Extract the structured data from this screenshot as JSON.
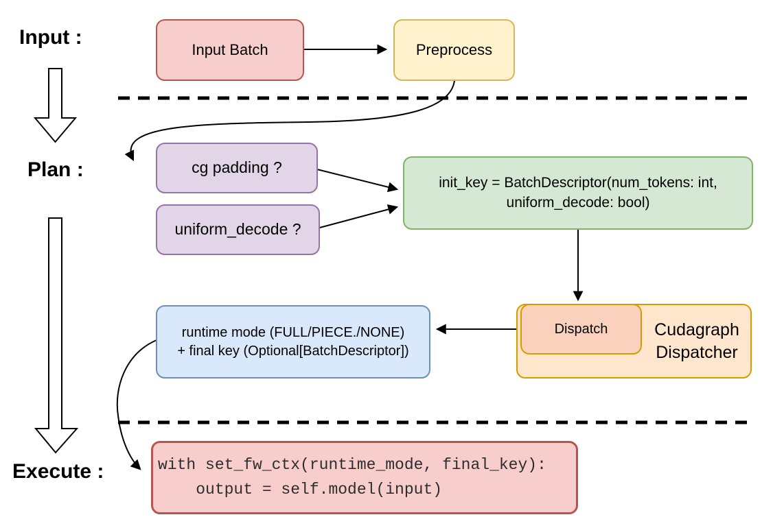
{
  "phase_labels": {
    "input": "Input :",
    "plan": "Plan :",
    "execute": "Execute :"
  },
  "nodes": {
    "input_batch": {
      "label": "Input Batch"
    },
    "preprocess": {
      "label": "Preprocess"
    },
    "cg_padding": {
      "label": "cg padding ?"
    },
    "uniform_decode": {
      "label": "uniform_decode ?"
    },
    "init_key": {
      "line1": "init_key = BatchDescriptor(num_tokens: int,",
      "line2": "uniform_decode: bool)"
    },
    "dispatch": {
      "label": "Dispatch"
    },
    "dispatcher": {
      "line1": "Cudagraph",
      "line2": "Dispatcher"
    },
    "runtime_key": {
      "line1": "runtime mode (FULL/PIECE./NONE)",
      "line2": "+ final key (Optional[BatchDescriptor])"
    },
    "exec_code": {
      "line1": "with set_fw_ctx(runtime_mode, final_key):",
      "line2": "    output = self.model(input)"
    }
  },
  "colors": {
    "pink_fill": "#f8cecc",
    "pink_stroke": "#b85450",
    "yellow_fill": "#fff2cc",
    "yellow_stroke": "#d6b656",
    "purple_fill": "#e1d5e7",
    "purple_stroke": "#9673a6",
    "green_fill": "#d5e8d4",
    "green_stroke": "#82b366",
    "orange_fill": "#ffe6cc",
    "orange_stroke": "#d79b00",
    "salmon_fill": "#fad1bd",
    "blue_fill": "#dae8fc",
    "blue_stroke": "#6c8ebf",
    "line": "#000000",
    "code_text": "#2d2d2d"
  }
}
